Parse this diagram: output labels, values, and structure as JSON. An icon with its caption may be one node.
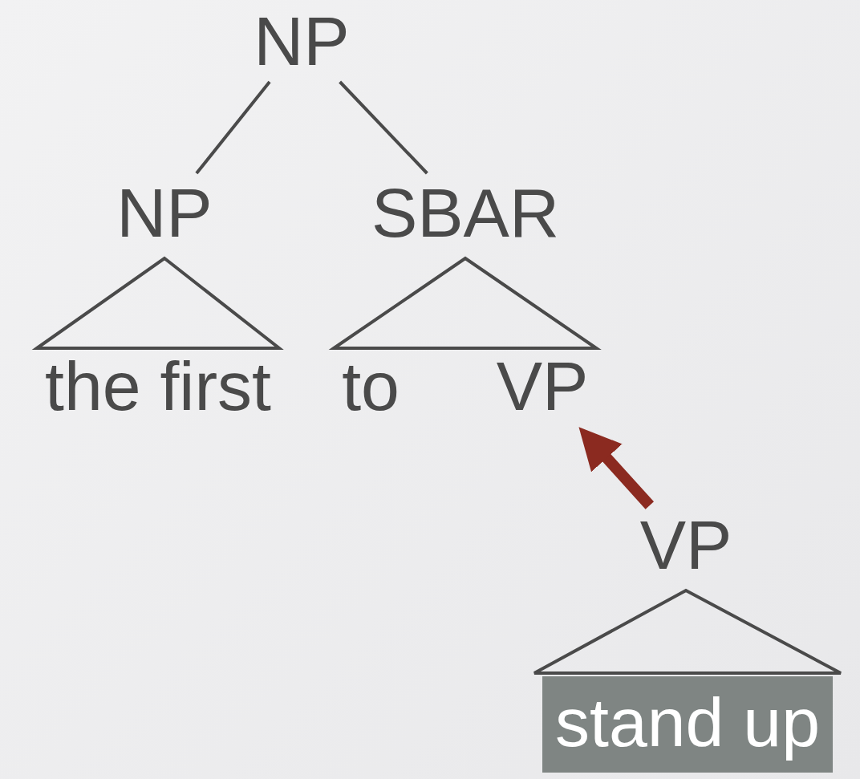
{
  "diagram": {
    "nodes": [
      {
        "text": [
          "NP"
        ]
      },
      {
        "text": [
          "NP"
        ]
      },
      {
        "text": [
          "SBAR"
        ]
      },
      {
        "text": [
          "the first"
        ]
      },
      {
        "text": [
          "to"
        ]
      },
      {
        "text": [
          "VP"
        ]
      },
      {
        "text": [
          "VP"
        ]
      },
      {
        "text": [
          "stand up"
        ]
      }
    ],
    "edges": [
      {
        "from": 0,
        "to": 1,
        "arrow": "none"
      },
      {
        "from": 0,
        "to": 2,
        "arrow": "none"
      },
      {
        "from": 1,
        "to": 3,
        "arrow": "none"
      },
      {
        "from": 2,
        "to": 4,
        "arrow": "none"
      },
      {
        "from": 2,
        "to": 5,
        "arrow": "none"
      },
      {
        "from": 6,
        "to": 5,
        "arrow": "to",
        "style": "thick",
        "color": "#8b2a20"
      },
      {
        "from": 6,
        "to": 7,
        "arrow": "none"
      }
    ]
  }
}
